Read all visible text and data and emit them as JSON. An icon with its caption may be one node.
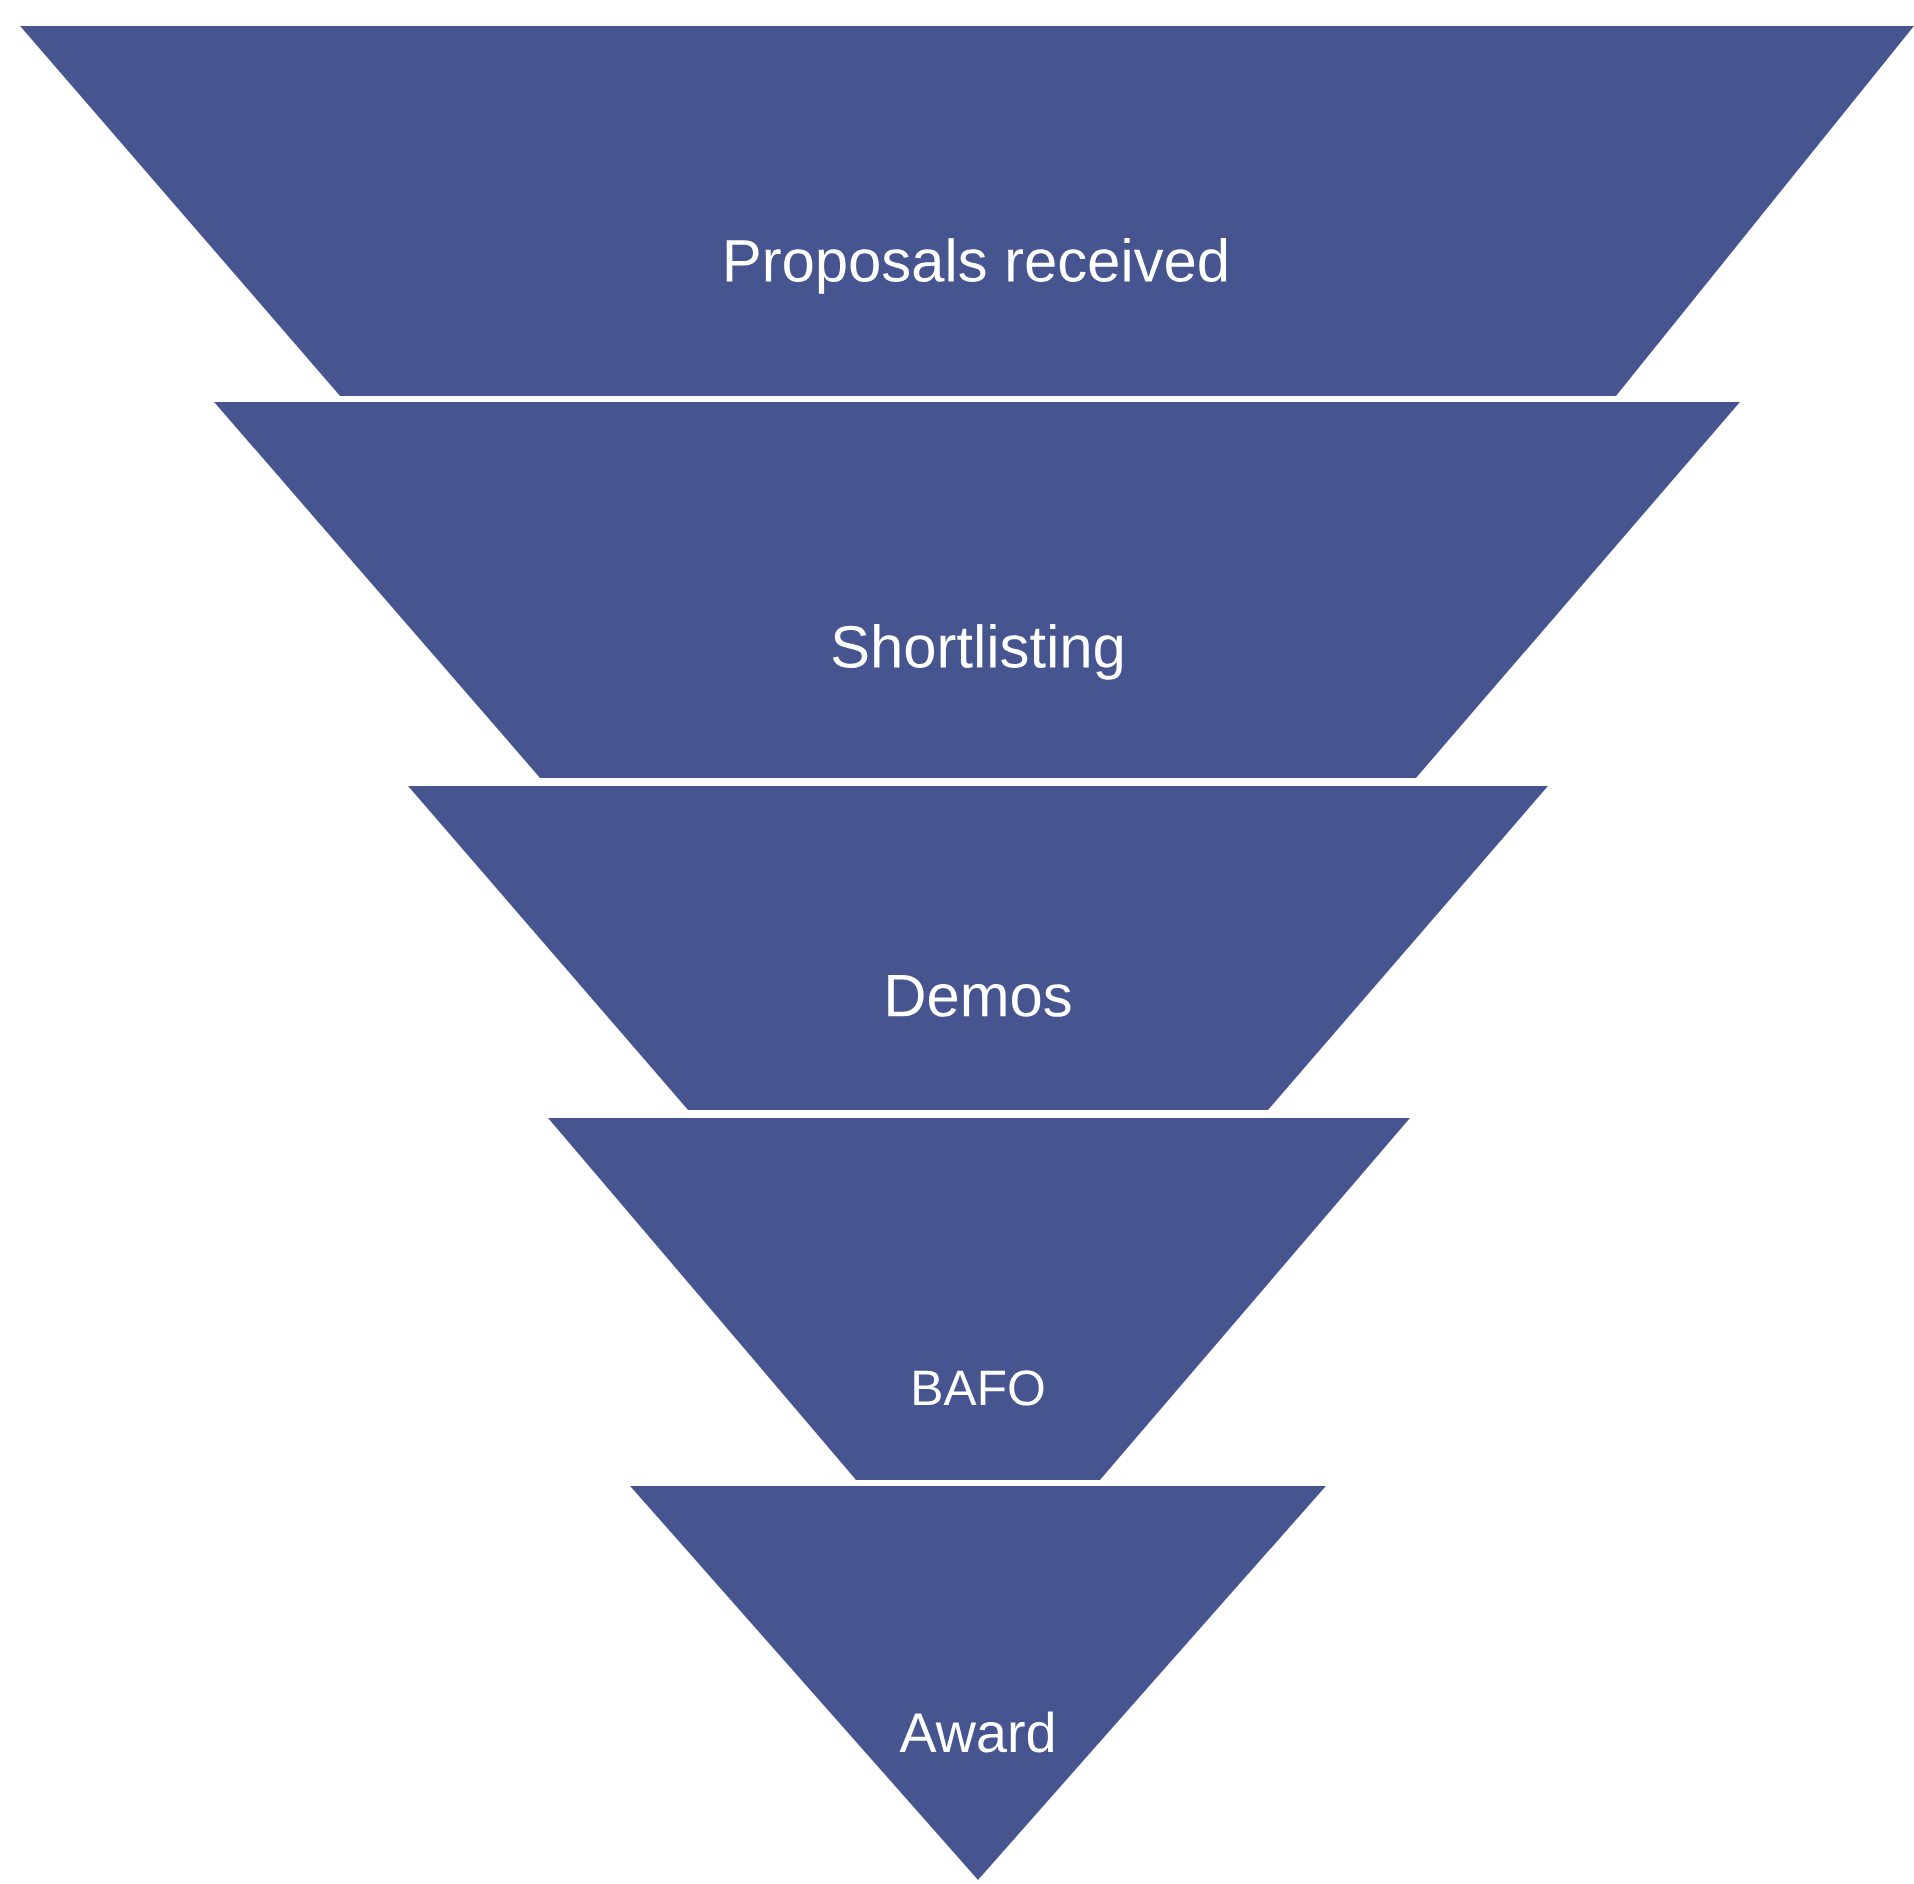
{
  "diagram": {
    "nodes": [
      {
        "text": [
          "Proposals received"
        ]
      },
      {
        "text": [
          "Shortlisting"
        ]
      },
      {
        "text": [
          "Demos"
        ]
      },
      {
        "text": [
          "BAFO"
        ]
      },
      {
        "text": [
          "Award"
        ]
      }
    ]
  }
}
